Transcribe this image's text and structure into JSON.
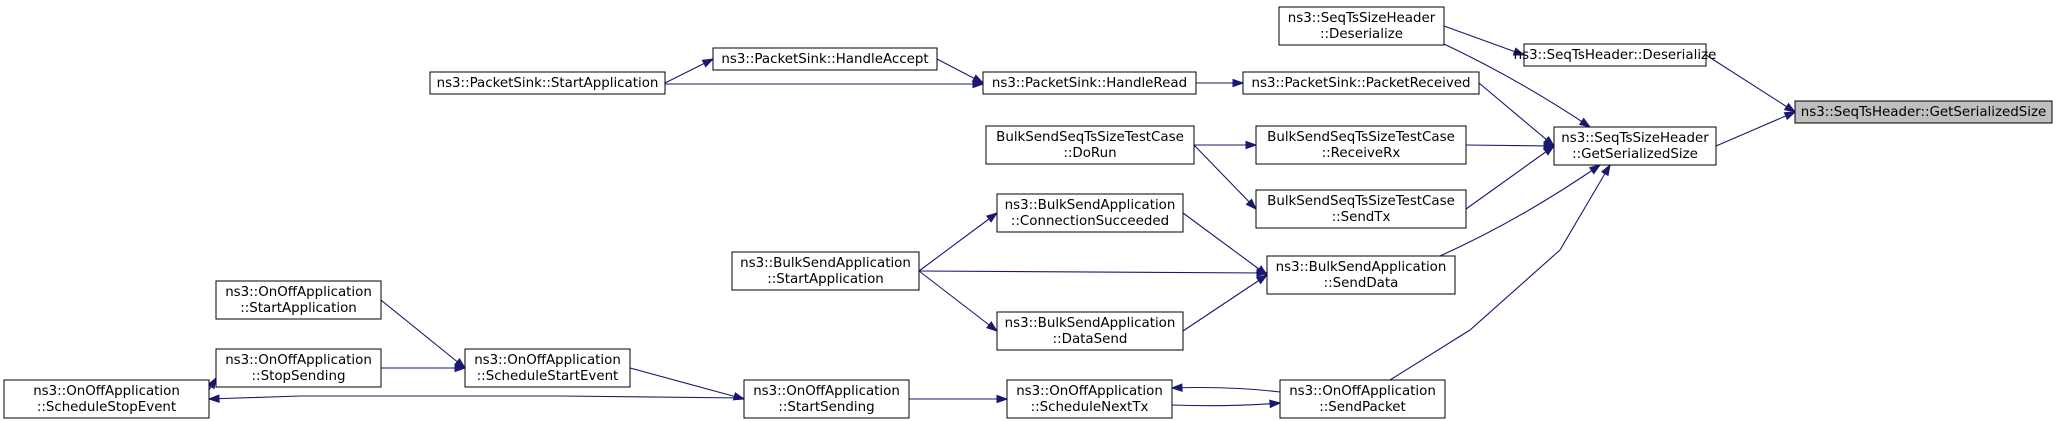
{
  "graph": {
    "direction": "callers",
    "colors": {
      "edge": "#191970",
      "node_border": "#000000",
      "node_fill": "#ffffff",
      "root_fill": "#bfbfbf"
    },
    "nodes": [
      {
        "id": "root",
        "lines": [
          "ns3::SeqTsHeader::GetSerializedSize"
        ],
        "root": true
      },
      {
        "id": "seqts_deser",
        "lines": [
          "ns3::SeqTsHeader::Deserialize"
        ]
      },
      {
        "id": "seqtssize_deser",
        "lines": [
          "ns3::SeqTsSizeHeader",
          "::Deserialize"
        ]
      },
      {
        "id": "seqtssize_getsize",
        "lines": [
          "ns3::SeqTsSizeHeader",
          "::GetSerializedSize"
        ]
      },
      {
        "id": "sink_start",
        "lines": [
          "ns3::PacketSink::StartApplication"
        ]
      },
      {
        "id": "sink_accept",
        "lines": [
          "ns3::PacketSink::HandleAccept"
        ]
      },
      {
        "id": "sink_read",
        "lines": [
          "ns3::PacketSink::HandleRead"
        ]
      },
      {
        "id": "sink_received",
        "lines": [
          "ns3::PacketSink::PacketReceived"
        ]
      },
      {
        "id": "tc_dorun",
        "lines": [
          "BulkSendSeqTsSizeTestCase",
          "::DoRun"
        ]
      },
      {
        "id": "tc_receiverx",
        "lines": [
          "BulkSendSeqTsSizeTestCase",
          "::ReceiveRx"
        ]
      },
      {
        "id": "tc_sendtx",
        "lines": [
          "BulkSendSeqTsSizeTestCase",
          "::SendTx"
        ]
      },
      {
        "id": "bs_connsucc",
        "lines": [
          "ns3::BulkSendApplication",
          "::ConnectionSucceeded"
        ]
      },
      {
        "id": "bs_start",
        "lines": [
          "ns3::BulkSendApplication",
          "::StartApplication"
        ]
      },
      {
        "id": "bs_senddata",
        "lines": [
          "ns3::BulkSendApplication",
          "::SendData"
        ]
      },
      {
        "id": "bs_datasend",
        "lines": [
          "ns3::BulkSendApplication",
          "::DataSend"
        ]
      },
      {
        "id": "oo_startapp",
        "lines": [
          "ns3::OnOffApplication",
          "::StartApplication"
        ]
      },
      {
        "id": "oo_stopsending",
        "lines": [
          "ns3::OnOffApplication",
          "::StopSending"
        ]
      },
      {
        "id": "oo_schedstop",
        "lines": [
          "ns3::OnOffApplication",
          "::ScheduleStopEvent"
        ]
      },
      {
        "id": "oo_schedstart",
        "lines": [
          "ns3::OnOffApplication",
          "::ScheduleStartEvent"
        ]
      },
      {
        "id": "oo_startsending",
        "lines": [
          "ns3::OnOffApplication",
          "::StartSending"
        ]
      },
      {
        "id": "oo_schednext",
        "lines": [
          "ns3::OnOffApplication",
          "::ScheduleNextTx"
        ]
      },
      {
        "id": "oo_sendpacket",
        "lines": [
          "ns3::OnOffApplication",
          "::SendPacket"
        ]
      }
    ],
    "edges": [
      {
        "from": "seqts_deser",
        "to": "root"
      },
      {
        "from": "seqtssize_getsize",
        "to": "root"
      },
      {
        "from": "seqtssize_deser",
        "to": "seqts_deser"
      },
      {
        "from": "seqtssize_deser",
        "to": "seqtssize_getsize"
      },
      {
        "from": "sink_received",
        "to": "seqtssize_getsize"
      },
      {
        "from": "tc_receiverx",
        "to": "seqtssize_getsize"
      },
      {
        "from": "tc_sendtx",
        "to": "seqtssize_getsize"
      },
      {
        "from": "bs_senddata",
        "to": "seqtssize_getsize"
      },
      {
        "from": "oo_sendpacket",
        "to": "seqtssize_getsize"
      },
      {
        "from": "sink_start",
        "to": "sink_accept"
      },
      {
        "from": "sink_accept",
        "to": "sink_read"
      },
      {
        "from": "sink_start",
        "to": "sink_read"
      },
      {
        "from": "sink_read",
        "to": "sink_received"
      },
      {
        "from": "tc_dorun",
        "to": "tc_receiverx"
      },
      {
        "from": "tc_dorun",
        "to": "tc_sendtx"
      },
      {
        "from": "bs_start",
        "to": "bs_connsucc"
      },
      {
        "from": "bs_start",
        "to": "bs_datasend"
      },
      {
        "from": "bs_start",
        "to": "bs_senddata"
      },
      {
        "from": "bs_connsucc",
        "to": "bs_senddata"
      },
      {
        "from": "bs_datasend",
        "to": "bs_senddata"
      },
      {
        "from": "oo_startapp",
        "to": "oo_schedstart"
      },
      {
        "from": "oo_stopsending",
        "to": "oo_schedstart"
      },
      {
        "from": "oo_schedstop",
        "to": "oo_stopsending"
      },
      {
        "from": "oo_schedstart",
        "to": "oo_startsending"
      },
      {
        "from": "oo_startsending",
        "to": "oo_schedstop"
      },
      {
        "from": "oo_startsending",
        "to": "oo_schednext"
      },
      {
        "from": "oo_schednext",
        "to": "oo_sendpacket"
      },
      {
        "from": "oo_sendpacket",
        "to": "oo_schednext"
      }
    ]
  }
}
